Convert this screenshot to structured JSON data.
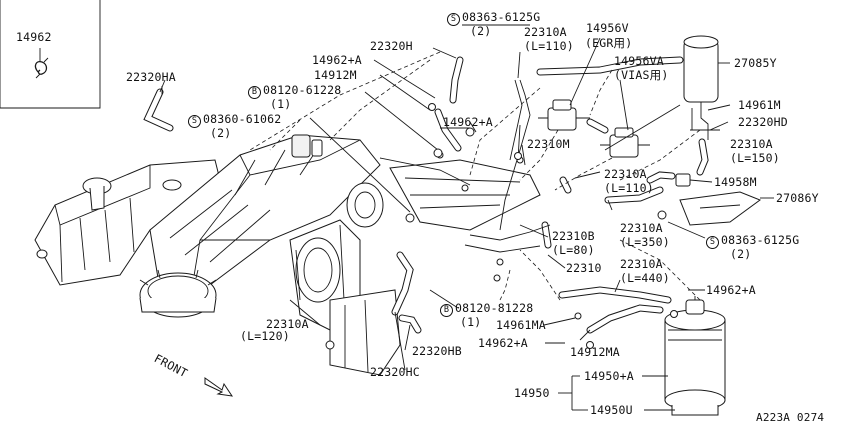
{
  "callouts": {
    "inset_part": "14962",
    "hose_22320ha": "22320HA",
    "hose_22320h": "22320H",
    "clamp_14962a_top": "14962+A",
    "hose_14912m": "14912M",
    "bolt_08120_61228": "08120-61228",
    "bolt_08120_61228_qty": "(1)",
    "screw_08360_61062": "08360-61062",
    "screw_08360_61062_qty": "(2)",
    "screw_08363_6125g_top": "08363-6125G",
    "screw_08363_6125g_top_qty": "(2)",
    "hose_22310a_110_top": "22310A",
    "hose_22310a_110_top_len": "(L=110)",
    "valve_14956v": "14956V",
    "valve_14956v_note": "(EGR用)",
    "valve_14956va": "14956VA",
    "valve_14956va_note": "(VIAS用)",
    "tank_27085y": "27085Y",
    "clamp_14962a_mid": "14962+A",
    "bracket_14961m": "14961M",
    "hose_22320hd": "22320HD",
    "hose_22310m": "22310M",
    "hose_22310a_150": "22310A",
    "hose_22310a_150_len": "(L=150)",
    "hose_22310a_110_mid": "22310A",
    "hose_22310a_110_mid_len": "(L=110)",
    "valve_14958m": "14958M",
    "bracket_27086y": "27086Y",
    "hose_22310b": "22310B",
    "hose_22310b_len": "(L=80)",
    "hose_22310a_350": "22310A",
    "hose_22310a_350_len": "(L=350)",
    "screw_08363_6125g_right": "08363-6125G",
    "screw_08363_6125g_right_qty": "(2)",
    "hose_22310": "22310",
    "hose_22310a_440": "22310A",
    "hose_22310a_440_len": "(L=440)",
    "clamp_14962a_right": "14962+A",
    "bolt_08120_81228": "08120-81228",
    "bolt_08120_81228_qty": "(1)",
    "bracket_14961ma": "14961MA",
    "clamp_14962a_bottom": "14962+A",
    "hose_14912ma": "14912MA",
    "hose_22310a_120": "22310A",
    "hose_22310a_120_len": "(L=120)",
    "hose_22320hb": "22320HB",
    "hose_22320hc": "22320HC",
    "tank_14950": "14950",
    "tank_14950a": "14950+A",
    "tank_14950u": "14950U",
    "front_label": "FRONT",
    "diagram_code": "A223A 0274"
  },
  "symbols": {
    "s_mark": "S",
    "b_mark": "B"
  }
}
